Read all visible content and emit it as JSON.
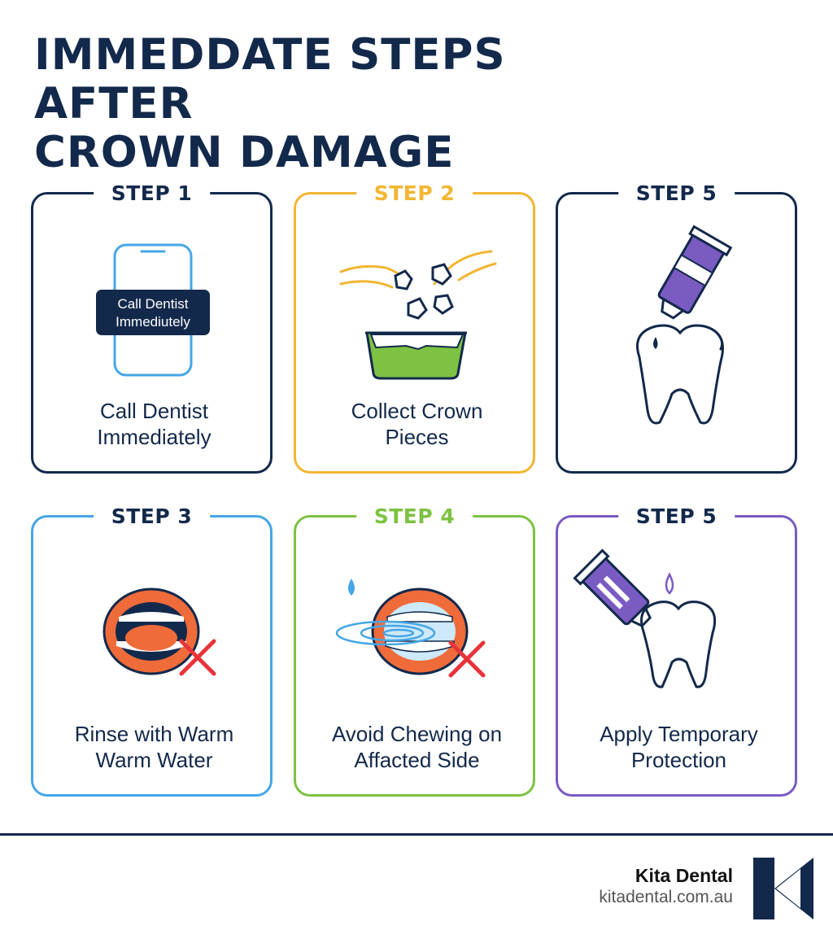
{
  "title": {
    "line1": "IMMEDDATE STEPS AFTER",
    "line2": "CROWN DAMAGE"
  },
  "colors": {
    "navy": "#13294b",
    "yellow": "#f2b632",
    "blue": "#45a6e6",
    "green": "#7dc242",
    "purple": "#7a5bc2",
    "orange": "#f06b3a",
    "red": "#e8333a"
  },
  "cards": [
    {
      "step": "STEP 1",
      "caption1": "Call Dentist",
      "caption2": "Immediately",
      "icon": "phone-icon",
      "phone_label1": "Call Dentist",
      "phone_label2": "Immediutely"
    },
    {
      "step": "STEP 2",
      "caption1": "Collect Crown",
      "caption2": "Pieces",
      "icon": "crown-pieces-icon"
    },
    {
      "step": "STEP 5",
      "caption1": "",
      "caption2": "",
      "icon": "tooth-paste-icon"
    },
    {
      "step": "STEP 3",
      "caption1": "Rinse with Warm",
      "caption2": "Warm Water",
      "icon": "mouth-rinse-icon"
    },
    {
      "step": "STEP 4",
      "caption1": "Avoid Chewing on",
      "caption2": "Affacted Side",
      "icon": "mouth-avoid-icon"
    },
    {
      "step": "STEP 5",
      "caption1": "Apply Temporary",
      "caption2": "Protection",
      "icon": "tooth-protection-icon"
    }
  ],
  "footer": {
    "brand": "Kita Dental",
    "url": "kitadental.com.au",
    "logo": "kita-logo-icon"
  }
}
